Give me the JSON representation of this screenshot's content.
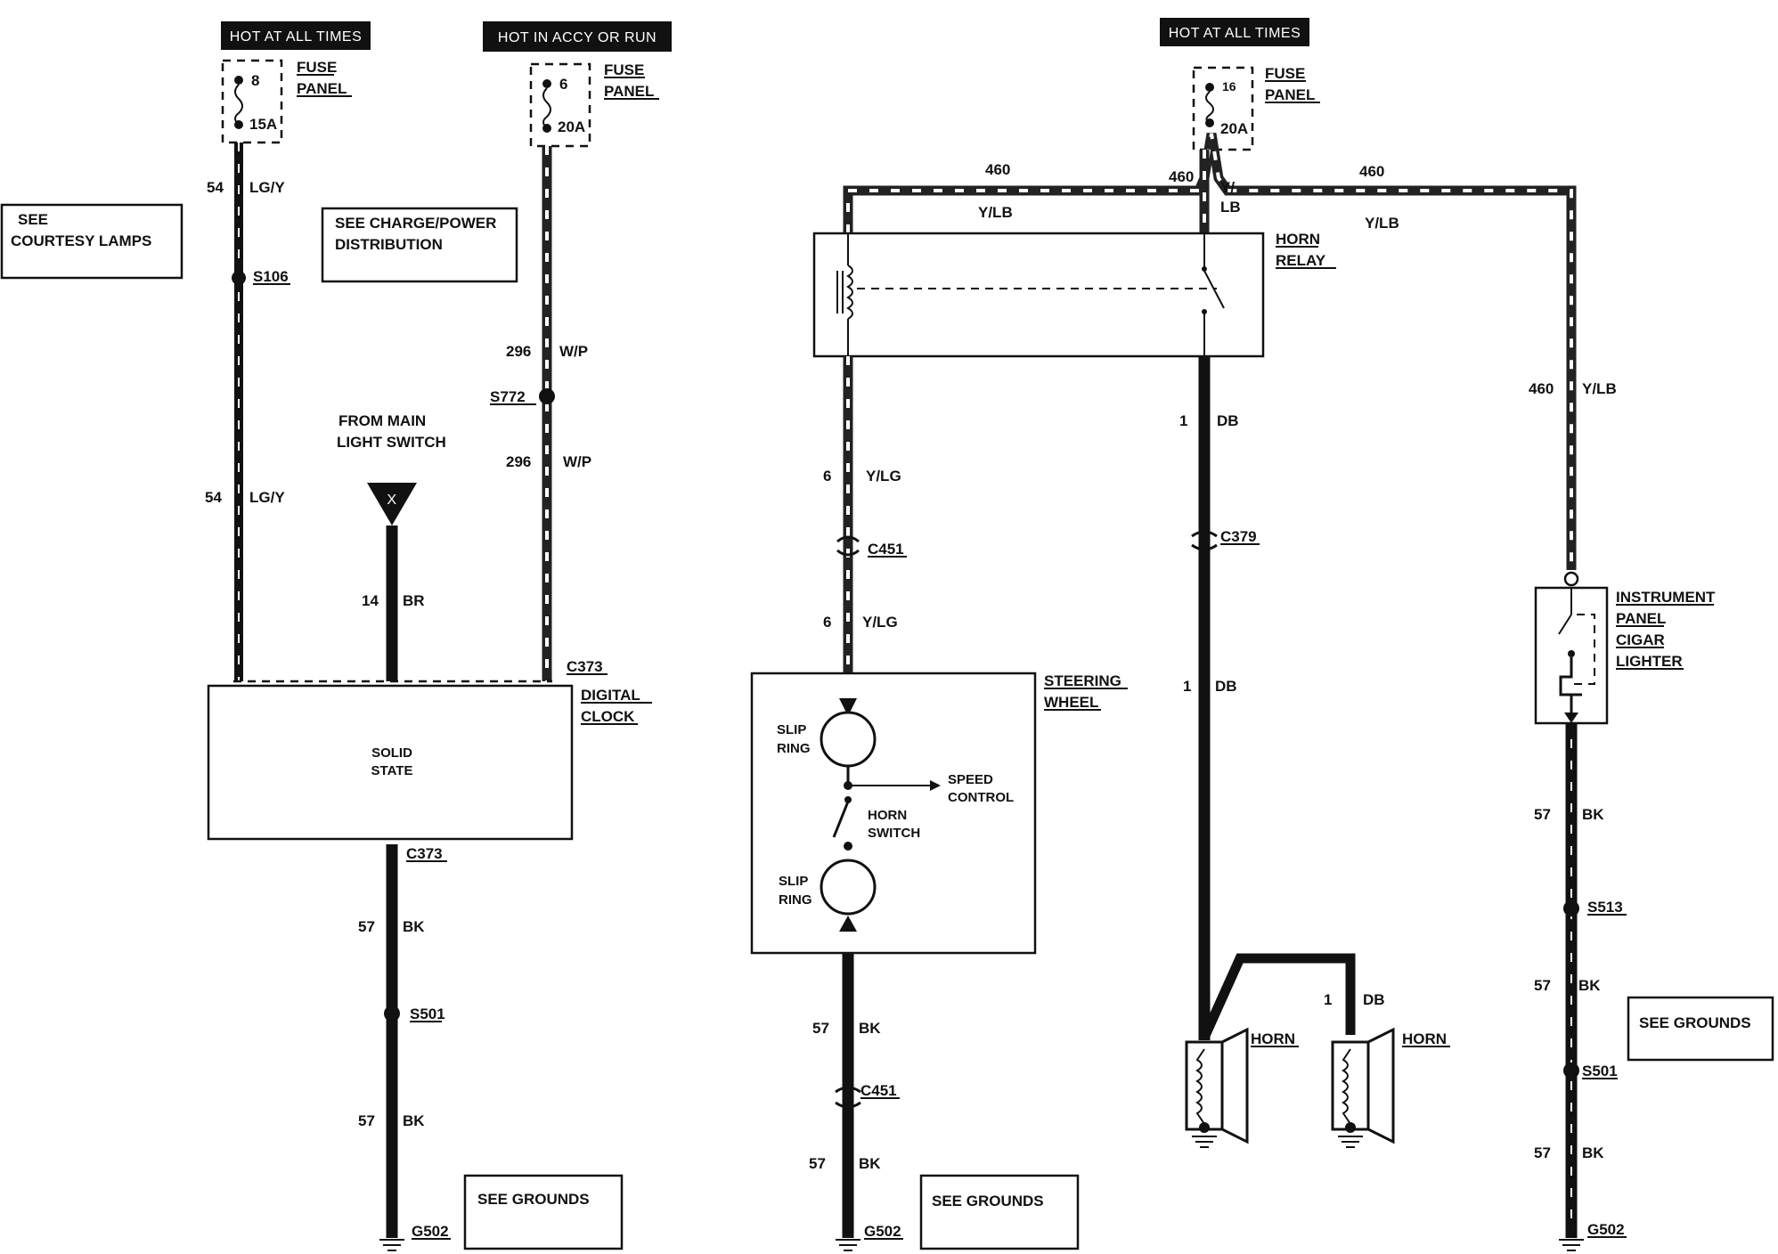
{
  "headers": {
    "left_fuse": "HOT AT ALL TIMES",
    "mid_fuse": "HOT IN ACCY OR RUN",
    "right_fuse": "HOT AT ALL TIMES"
  },
  "fuses": {
    "f8": {
      "num": "8",
      "amps": "15A",
      "label1": "FUSE",
      "label2": "PANEL"
    },
    "f6": {
      "num": "6",
      "amps": "20A",
      "label1": "FUSE",
      "label2": "PANEL"
    },
    "f16": {
      "num": "16",
      "amps": "20A",
      "label1": "FUSE",
      "label2": "PANEL"
    }
  },
  "notes": {
    "courtesy1": "SEE",
    "courtesy2": "COURTESY LAMPS",
    "charge1": "SEE CHARGE/POWER",
    "charge2": "DISTRIBUTION",
    "main1": "FROM MAIN",
    "main2": "LIGHT SWITCH",
    "grounds": "SEE GROUNDS"
  },
  "splices": {
    "s106": "S106",
    "s772": "S772",
    "s501": "S501",
    "s513": "S513"
  },
  "connectors": {
    "c373": "C373",
    "c451": "C451",
    "c379": "C379",
    "g502": "G502"
  },
  "wires": {
    "w54": "54",
    "lgy": "LG/Y",
    "w296": "296",
    "wp": "W/P",
    "w14": "14",
    "br": "BR",
    "w57": "57",
    "bk": "BK",
    "w460": "460",
    "ylb": "Y/LB",
    "y": "Y/",
    "lb": "LB",
    "w6": "6",
    "ylg": "Y/LG",
    "w1": "1",
    "db": "DB"
  },
  "components": {
    "clock1": "DIGITAL",
    "clock2": "CLOCK",
    "solid1": "SOLID",
    "solid2": "STATE",
    "relay1": "HORN",
    "relay2": "RELAY",
    "steer1": "STEERING",
    "steer2": "WHEEL",
    "slip1": "SLIP",
    "slip2": "RING",
    "speed1": "SPEED",
    "speed2": "CONTROL",
    "hsw1": "HORN",
    "hsw2": "SWITCH",
    "horn": "HORN",
    "ip1": "INSTRUMENT",
    "ip2": "PANEL",
    "ip3": "CIGAR",
    "ip4": "LIGHTER",
    "x": "X"
  }
}
